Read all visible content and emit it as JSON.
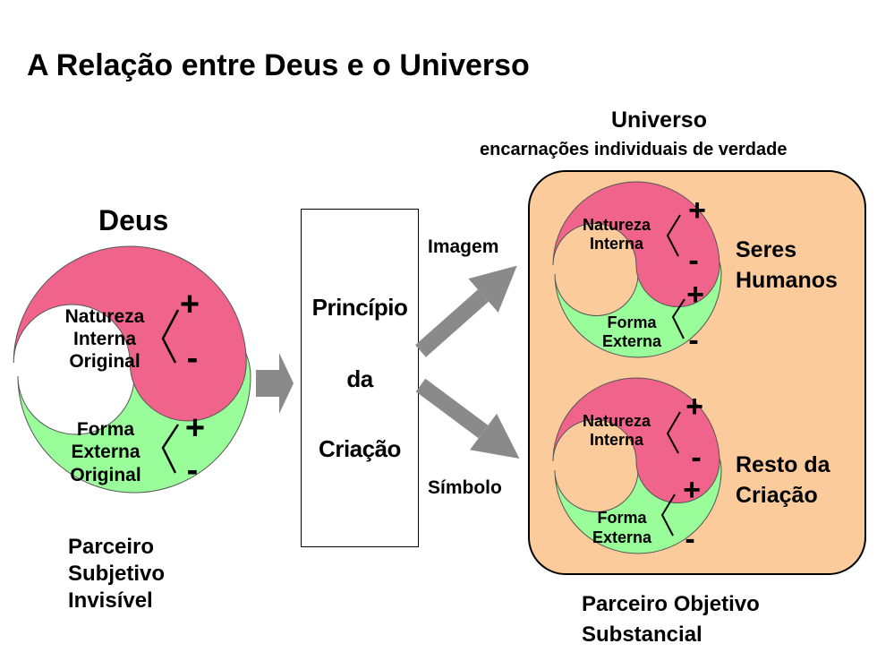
{
  "title": "A Relação entre Deus e o Universo",
  "god": {
    "title": "Deus",
    "upper_label": [
      "Natureza",
      "Interna",
      "Original"
    ],
    "lower_label": [
      "Forma",
      "Externa",
      "Original"
    ],
    "partner": "Parceiro\nSubjetivo\nInvisível"
  },
  "principle": {
    "lines": [
      "Princípio",
      "da",
      "Criação"
    ]
  },
  "arrows": {
    "image": "Imagem",
    "symbol": "Símbolo"
  },
  "universe": {
    "title": "Universo",
    "subtitle": "encarnações individuais de verdade",
    "upper_label": [
      "Natureza",
      "Interna"
    ],
    "lower_label": [
      "Forma",
      "Externa"
    ],
    "humans": "Seres\nHumanos",
    "rest": "Resto da\nCriação",
    "partner": "Parceiro Objetivo\nSubstancial"
  },
  "signs": {
    "plus": "+",
    "minus": "-"
  },
  "colors": {
    "pink": "#f0648c",
    "green": "#99fd99",
    "peach": "#fbcb9b",
    "arrow": "#8a8a8a"
  }
}
